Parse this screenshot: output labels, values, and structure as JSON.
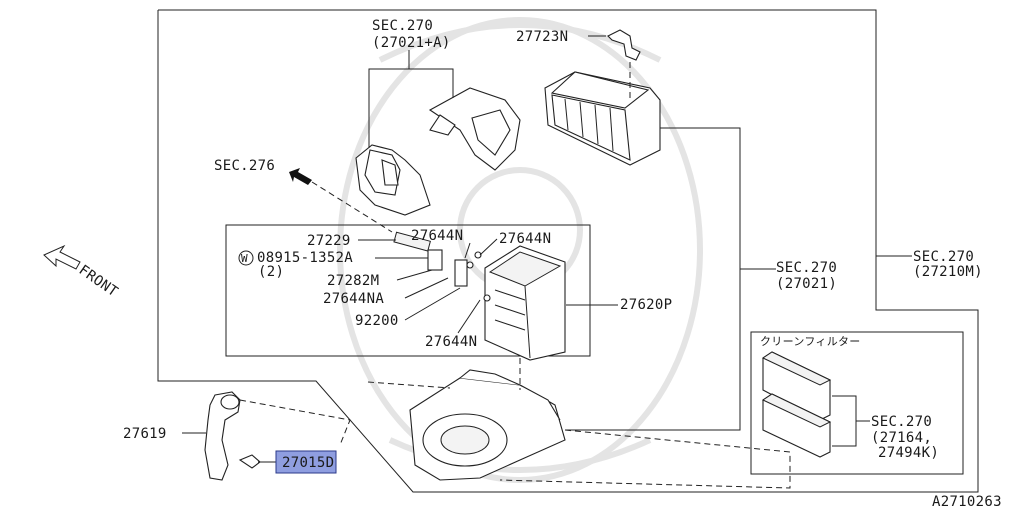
{
  "diagram_code": "A2710263",
  "direction_label": "FRONT",
  "labels": {
    "sec270_top": "SEC.270",
    "sec270_top_sub": "(27021+A)",
    "p27723n": "27723N",
    "sec276": "SEC.276",
    "p27229": "27229",
    "p27644n_a": "27644N",
    "p27644n_b": "27644N",
    "bolt_symbol": "W",
    "p08915": "08915-1352A",
    "qty2": "(2)",
    "p27282m": "27282M",
    "p27644na": "27644NA",
    "p92200": "92200",
    "p27644n_c": "27644N",
    "p27620p": "27620P",
    "sec270_mid": "SEC.270",
    "sec270_mid_sub": "(27021)",
    "sec270_right": "SEC.270",
    "sec270_right_sub": "(27210M)",
    "filter_title": "クリーンフィルター",
    "sec270_filter": "SEC.270",
    "sec270_filter_sub1": "(27164,",
    "sec270_filter_sub2": "27494K)",
    "p27619": "27619",
    "p27015d": "27015D"
  },
  "colors": {
    "highlight": "#8f9ee0",
    "line": "#222222"
  }
}
